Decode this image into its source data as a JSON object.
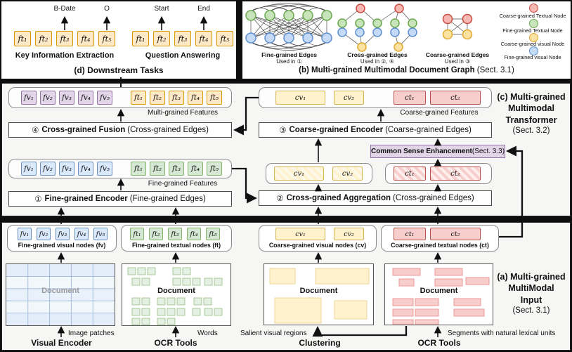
{
  "colors": {
    "fine_visual_fill": "#dae8fc",
    "fine_visual_border": "#6c8ebf",
    "fine_textual_fill": "#d5e8d4",
    "fine_textual_border": "#82b366",
    "coarse_visual_fill": "#fff2cc",
    "coarse_visual_border": "#d6b656",
    "coarse_textual_fill": "#f8cecc",
    "coarse_textual_border": "#b85450",
    "multi_visual_fill": "#e1d5e7",
    "multi_visual_border": "#9673a6",
    "token_fill": "#ffe9c7",
    "token_border": "#d79b00",
    "enhancement_fill": "#e1d5e7",
    "enhancement_border": "#9673a6"
  },
  "tokens": {
    "ft": [
      "ft₁",
      "ft₂",
      "ft₃",
      "ft₄",
      "ft₅"
    ],
    "fv": [
      "fv₁",
      "fv₂",
      "fv₃",
      "fv₄",
      "fv₅"
    ],
    "cv": [
      "cv₁",
      "cv₂"
    ],
    "ct": [
      "ct₁",
      "ct₂"
    ]
  },
  "panel_d": {
    "caption": "(d) Downstream Tasks",
    "kie": {
      "title": "Key Information Extraction",
      "tag1": "B-Date",
      "tag2": "O"
    },
    "qa": {
      "title": "Question Answering",
      "tag1": "Start",
      "tag2": "End"
    }
  },
  "panel_b": {
    "caption_bold": "(b) Multi-grained Multimodal Document Graph",
    "caption_rest": " (Sect. 3.1)",
    "graphs": [
      {
        "title": "Fine-grained Edges",
        "subtitle": "Used in ①"
      },
      {
        "title": "Cross-grained Edges",
        "subtitle": "Used in ②, ④"
      },
      {
        "title": "Coarse-grained Edges",
        "subtitle": "Used in ③"
      }
    ],
    "legend": [
      {
        "label": "Coarse-grained Textual Node"
      },
      {
        "label": "Fine-grained Textual Node"
      },
      {
        "label": "Coarse-grained visual Node"
      },
      {
        "label": "Fine-grained visual Node"
      }
    ]
  },
  "panel_c": {
    "side_label": {
      "line1": "(c) Multi-grained",
      "line2": "Multimodal",
      "line3": "Transformer",
      "line4": "(Sect. 3.2)"
    },
    "multi_features_label": "Multi-grained Features",
    "fine_features_label": "Fine-grained Features",
    "coarse_features_label": "Coarse-grained Features",
    "fusion": {
      "num": "④",
      "name": "Cross-grained Fusion",
      "rest": "(Cross-grained Edges)"
    },
    "fine_encoder": {
      "num": "①",
      "name": "Fine-grained Encoder",
      "rest": "(Fine-grained Edges)"
    },
    "coarse_encoder": {
      "num": "③",
      "name": "Coarse-grained Encoder",
      "rest": "(Coarse-grained Edges)"
    },
    "aggregation": {
      "num": "②",
      "name": "Cross-grained Aggregation",
      "rest": "(Cross-grained Edges)"
    },
    "enhancement": {
      "name": "Common Sense Enhancement",
      "rest": "(Sect. 3.3)"
    }
  },
  "panel_a": {
    "side_label": {
      "line1": "(a) Multi-grained",
      "line2": "MultiModal",
      "line3": "Input",
      "line4": "(Sect. 3.1)"
    },
    "groups": {
      "fv_label": "Fine-grained visual nodes (fv)",
      "ft_label": "Fine-grained textual nodes (ft)",
      "cv_label": "Coarse-grained visual nodes (cv)",
      "ct_label": "Coarse-grained textual nodes (ct)"
    },
    "documents": {
      "label": "Document"
    },
    "flows": {
      "image_patches": "Image patches",
      "visual_encoder": "Visual Encoder",
      "words": "Words",
      "ocr_tools_left": "OCR Tools",
      "salient": "Salient visual regions",
      "clustering": "Clustering",
      "ocr_tools_right": "OCR Tools",
      "segments": "Segments with natural lexical units"
    }
  }
}
